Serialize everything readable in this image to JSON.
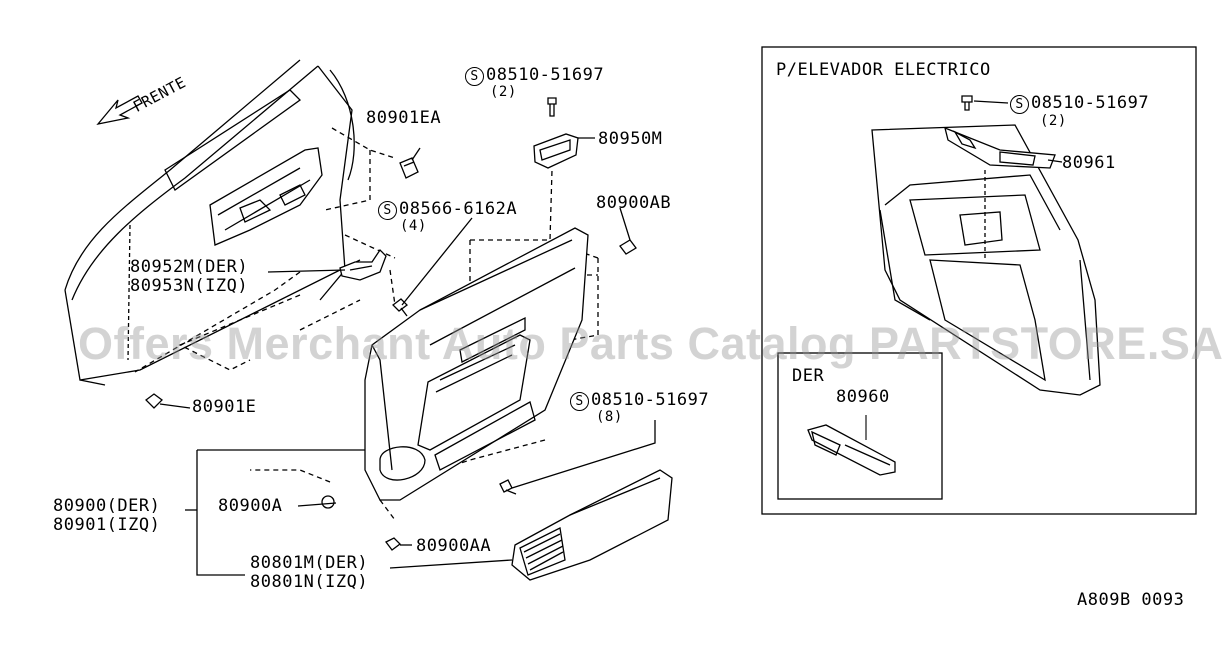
{
  "watermark": "Offers Merchant Auto Parts Catalog PARTSTORE.SA",
  "direction_label": "FRENTE",
  "screw_symbol": "S",
  "part_labels": {
    "p80901EA": "80901EA",
    "p08510_top": "08510-51697",
    "p08510_top_qty": "(2)",
    "p80950M": "80950M",
    "p08566": "08566-6162A",
    "p08566_qty": "(4)",
    "p80900AB": "80900AB",
    "p80952M": "80952M(DER)",
    "p80953N": "80953N(IZQ)",
    "p80901E": "80901E",
    "p08510_mid": "08510-51697",
    "p08510_mid_qty": "(8)",
    "p80900DER": "80900(DER)",
    "p80901IZQ": "80901(IZQ)",
    "p80900A": "80900A",
    "p80900AA": "80900AA",
    "p80801M": "80801M(DER)",
    "p80801N": "80801N(IZQ)"
  },
  "inset_power": {
    "title": "P/ELEVADOR ELECTRICO",
    "screw": "08510-51697",
    "screw_qty": "(2)",
    "part": "80961"
  },
  "inset_der": {
    "title": "DER",
    "part": "80960"
  },
  "diagram_code": "A809B 0093"
}
